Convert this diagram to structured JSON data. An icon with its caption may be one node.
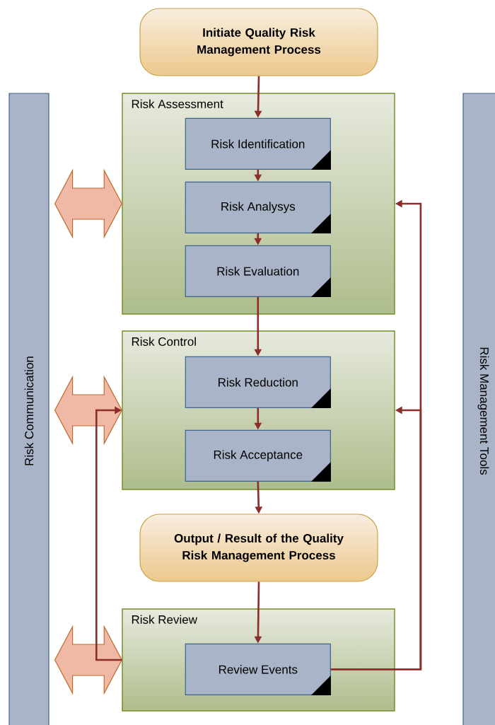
{
  "diagram": {
    "nodes": [
      {
        "text": [
          "Initiate Quality Risk Management Process"
        ]
      },
      {
        "text": [
          "Risk Communication"
        ]
      },
      {
        "text": [
          "Risk Management Tools"
        ]
      },
      {
        "text": [
          "Risk Assessment"
        ]
      },
      {
        "text": [
          "Risk Identification"
        ],
        "in": 3
      },
      {
        "text": [
          "Risk Analysys"
        ],
        "in": 3
      },
      {
        "text": [
          "Risk Evaluation"
        ],
        "in": 3
      },
      {
        "text": [
          "Risk Control"
        ]
      },
      {
        "text": [
          "Risk Reduction"
        ],
        "in": 7
      },
      {
        "text": [
          "Risk Acceptance"
        ],
        "in": 7
      },
      {
        "text": [
          "Output / Result of the Quality Risk Management Process"
        ]
      },
      {
        "text": [
          "Risk Review"
        ]
      },
      {
        "text": [
          "Review Events"
        ],
        "in": 11
      }
    ],
    "edges": [
      {
        "from": 0,
        "to": 4,
        "arrow": "to"
      },
      {
        "from": 4,
        "to": 5,
        "arrow": "to"
      },
      {
        "from": 5,
        "to": 6,
        "arrow": "to"
      },
      {
        "from": 6,
        "to": 8,
        "arrow": "to"
      },
      {
        "from": 8,
        "to": 9,
        "arrow": "to"
      },
      {
        "from": 9,
        "to": 10,
        "arrow": "to"
      },
      {
        "from": 10,
        "to": 12,
        "arrow": "to"
      },
      {
        "from": 12,
        "to": 3,
        "arrow": "to"
      },
      {
        "from": 12,
        "to": 7,
        "arrow": "to"
      },
      {
        "from": 11,
        "to": 7,
        "arrow": "to"
      },
      {
        "from": 1,
        "to": 3,
        "arrow": "both",
        "style": "thick",
        "color": "#f0b9a6"
      },
      {
        "from": 1,
        "to": 7,
        "arrow": "both",
        "style": "thick",
        "color": "#f0b9a6"
      },
      {
        "from": 1,
        "to": 11,
        "arrow": "both",
        "style": "thick",
        "color": "#f0b9a6"
      }
    ]
  }
}
